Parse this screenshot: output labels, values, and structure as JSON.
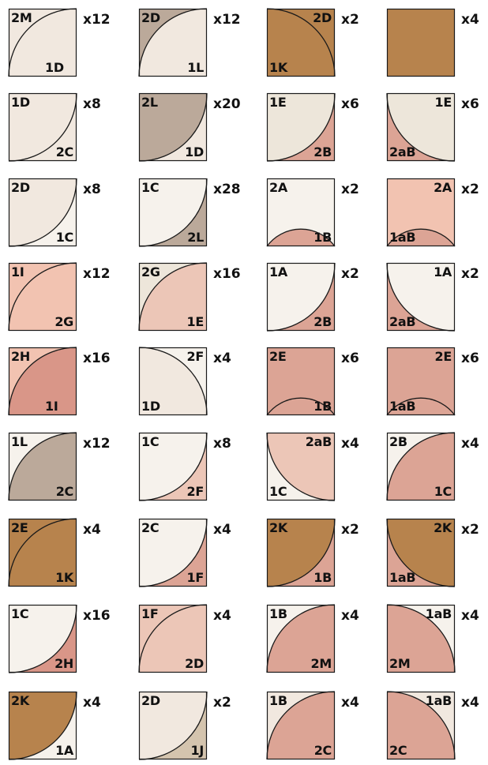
{
  "colors": {
    "kraft": "#b7834d",
    "taupe": "#bba99a",
    "cream": "#f6f2ec",
    "leaf_cream": "#f1e8df",
    "blush": "#ecc6b7",
    "pink": "#dca495",
    "coral": "#f2c3b1",
    "rose": "#d99688",
    "tan_print": "#d4c4ae",
    "sage_cream": "#ede6da"
  },
  "blocks": [
    {
      "row": 0,
      "col": 0,
      "quad": "TL",
      "out": "leaf_cream",
      "in": "leaf_cream",
      "qty": "x12",
      "labels": [
        {
          "t": "2M",
          "p": "tl"
        },
        {
          "t": "1D",
          "p": "bmid"
        }
      ]
    },
    {
      "row": 0,
      "col": 1,
      "quad": "TL",
      "out": "leaf_cream",
      "in": "taupe",
      "qty": "x12",
      "labels": [
        {
          "t": "2D",
          "p": "tl"
        },
        {
          "t": "1L",
          "p": "br"
        }
      ]
    },
    {
      "row": 0,
      "col": 2,
      "quad": "TR",
      "out": "kraft",
      "in": "kraft",
      "qty": "x2",
      "labels": [
        {
          "t": "2D",
          "p": "tr"
        },
        {
          "t": "1K",
          "p": "bl"
        }
      ]
    },
    {
      "row": 0,
      "col": 3,
      "quad": "none",
      "out": "kraft",
      "in": "kraft",
      "qty": "x4",
      "labels": []
    },
    {
      "row": 1,
      "col": 0,
      "quad": "BR",
      "out": "leaf_cream",
      "in": "leaf_cream",
      "qty": "x8",
      "labels": [
        {
          "t": "1D",
          "p": "tl"
        },
        {
          "t": "2C",
          "p": "br"
        }
      ]
    },
    {
      "row": 1,
      "col": 1,
      "quad": "BR",
      "out": "taupe",
      "in": "leaf_cream",
      "qty": "x20",
      "labels": [
        {
          "t": "2L",
          "p": "tl"
        },
        {
          "t": "1D",
          "p": "br"
        }
      ]
    },
    {
      "row": 1,
      "col": 2,
      "quad": "BR",
      "out": "sage_cream",
      "in": "pink",
      "qty": "x6",
      "labels": [
        {
          "t": "1E",
          "p": "tl"
        },
        {
          "t": "2B",
          "p": "br"
        }
      ]
    },
    {
      "row": 1,
      "col": 3,
      "quad": "BL",
      "out": "sage_cream",
      "in": "pink",
      "qty": "x6",
      "labels": [
        {
          "t": "1E",
          "p": "tr"
        },
        {
          "t": "2aB",
          "p": "bl"
        }
      ]
    },
    {
      "row": 2,
      "col": 0,
      "quad": "BR",
      "out": "leaf_cream",
      "in": "cream",
      "qty": "x8",
      "labels": [
        {
          "t": "2D",
          "p": "tl"
        },
        {
          "t": "1C",
          "p": "br"
        }
      ]
    },
    {
      "row": 2,
      "col": 1,
      "quad": "BR",
      "out": "cream",
      "in": "taupe",
      "qty": "x28",
      "labels": [
        {
          "t": "1C",
          "p": "tl"
        },
        {
          "t": "2L",
          "p": "br"
        }
      ]
    },
    {
      "row": 2,
      "col": 2,
      "quad": "BMID",
      "out": "cream",
      "in": "pink",
      "qty": "x2",
      "labels": [
        {
          "t": "2A",
          "p": "tl"
        },
        {
          "t": "1B",
          "p": "br"
        }
      ]
    },
    {
      "row": 2,
      "col": 3,
      "quad": "BMID",
      "out": "coral",
      "in": "pink",
      "qty": "x2",
      "labels": [
        {
          "t": "2A",
          "p": "tr"
        },
        {
          "t": "1aB",
          "p": "bl"
        }
      ]
    },
    {
      "row": 3,
      "col": 0,
      "quad": "TL",
      "out": "coral",
      "in": "coral",
      "qty": "x12",
      "labels": [
        {
          "t": "1I",
          "p": "tl"
        },
        {
          "t": "2G",
          "p": "br"
        }
      ]
    },
    {
      "row": 3,
      "col": 1,
      "quad": "TL",
      "out": "blush",
      "in": "sage_cream",
      "qty": "x16",
      "labels": [
        {
          "t": "2G",
          "p": "tl"
        },
        {
          "t": "1E",
          "p": "br"
        }
      ]
    },
    {
      "row": 3,
      "col": 2,
      "quad": "BR",
      "out": "cream",
      "in": "pink",
      "qty": "x2",
      "labels": [
        {
          "t": "1A",
          "p": "tl"
        },
        {
          "t": "2B",
          "p": "br"
        }
      ]
    },
    {
      "row": 3,
      "col": 3,
      "quad": "BL",
      "out": "cream",
      "in": "pink",
      "qty": "x2",
      "labels": [
        {
          "t": "1A",
          "p": "tr"
        },
        {
          "t": "2aB",
          "p": "bl"
        }
      ]
    },
    {
      "row": 4,
      "col": 0,
      "quad": "TL",
      "out": "rose",
      "in": "coral",
      "qty": "x16",
      "labels": [
        {
          "t": "2H",
          "p": "tl"
        },
        {
          "t": "1I",
          "p": "bmid"
        }
      ]
    },
    {
      "row": 4,
      "col": 1,
      "quad": "TR",
      "out": "leaf_cream",
      "in": "cream",
      "qty": "x4",
      "labels": [
        {
          "t": "2F",
          "p": "tr"
        },
        {
          "t": "1D",
          "p": "bl"
        }
      ]
    },
    {
      "row": 4,
      "col": 2,
      "quad": "TMID",
      "out": "pink",
      "in": "pink",
      "qty": "x6",
      "labels": [
        {
          "t": "2E",
          "p": "tl"
        },
        {
          "t": "1B",
          "p": "br"
        }
      ]
    },
    {
      "row": 4,
      "col": 3,
      "quad": "TMID",
      "out": "pink",
      "in": "pink",
      "qty": "x6",
      "labels": [
        {
          "t": "2E",
          "p": "tr"
        },
        {
          "t": "1aB",
          "p": "bl"
        }
      ]
    },
    {
      "row": 5,
      "col": 0,
      "quad": "TL",
      "out": "taupe",
      "in": "cream",
      "qty": "x12",
      "labels": [
        {
          "t": "1L",
          "p": "tl"
        },
        {
          "t": "2C",
          "p": "br"
        }
      ]
    },
    {
      "row": 5,
      "col": 1,
      "quad": "BR",
      "out": "cream",
      "in": "blush",
      "qty": "x8",
      "labels": [
        {
          "t": "1C",
          "p": "tl"
        },
        {
          "t": "2F",
          "p": "br"
        }
      ]
    },
    {
      "row": 5,
      "col": 2,
      "quad": "BL",
      "out": "blush",
      "in": "cream",
      "qty": "x4",
      "labels": [
        {
          "t": "2aB",
          "p": "tr"
        },
        {
          "t": "1C",
          "p": "bl"
        }
      ]
    },
    {
      "row": 5,
      "col": 3,
      "quad": "TL",
      "out": "pink",
      "in": "cream",
      "qty": "x4",
      "labels": [
        {
          "t": "2B",
          "p": "tl"
        },
        {
          "t": "1C",
          "p": "br"
        }
      ]
    },
    {
      "row": 6,
      "col": 0,
      "quad": "TL",
      "out": "kraft",
      "in": "kraft",
      "qty": "x4",
      "labels": [
        {
          "t": "2E",
          "p": "tl"
        },
        {
          "t": "1K",
          "p": "br"
        }
      ]
    },
    {
      "row": 6,
      "col": 1,
      "quad": "BR",
      "out": "cream",
      "in": "pink",
      "qty": "x4",
      "labels": [
        {
          "t": "2C",
          "p": "tl"
        },
        {
          "t": "1F",
          "p": "br"
        }
      ]
    },
    {
      "row": 6,
      "col": 2,
      "quad": "BR",
      "out": "kraft",
      "in": "pink",
      "qty": "x2",
      "labels": [
        {
          "t": "2K",
          "p": "tl"
        },
        {
          "t": "1B",
          "p": "br"
        }
      ]
    },
    {
      "row": 6,
      "col": 3,
      "quad": "BL",
      "out": "kraft",
      "in": "pink",
      "qty": "x2",
      "labels": [
        {
          "t": "2K",
          "p": "tr"
        },
        {
          "t": "1aB",
          "p": "bl"
        }
      ]
    },
    {
      "row": 7,
      "col": 0,
      "quad": "BR",
      "out": "cream",
      "in": "rose",
      "qty": "x16",
      "labels": [
        {
          "t": "1C",
          "p": "tl"
        },
        {
          "t": "2H",
          "p": "br"
        }
      ]
    },
    {
      "row": 7,
      "col": 1,
      "quad": "TL",
      "out": "blush",
      "in": "blush",
      "qty": "x4",
      "labels": [
        {
          "t": "1F",
          "p": "tl"
        },
        {
          "t": "2D",
          "p": "br"
        }
      ]
    },
    {
      "row": 7,
      "col": 2,
      "quad": "TL",
      "out": "pink",
      "in": "cream",
      "qty": "x4",
      "labels": [
        {
          "t": "1B",
          "p": "tl"
        },
        {
          "t": "2M",
          "p": "br"
        }
      ]
    },
    {
      "row": 7,
      "col": 3,
      "quad": "TR",
      "out": "pink",
      "in": "cream",
      "qty": "x4",
      "labels": [
        {
          "t": "1aB",
          "p": "tr"
        },
        {
          "t": "2M",
          "p": "bl"
        }
      ]
    },
    {
      "row": 8,
      "col": 0,
      "quad": "BR",
      "out": "kraft",
      "in": "cream",
      "qty": "x4",
      "labels": [
        {
          "t": "2K",
          "p": "tl"
        },
        {
          "t": "1A",
          "p": "br"
        }
      ]
    },
    {
      "row": 8,
      "col": 1,
      "quad": "BR",
      "out": "leaf_cream",
      "in": "tan_print",
      "qty": "x2",
      "labels": [
        {
          "t": "2D",
          "p": "tl"
        },
        {
          "t": "1J",
          "p": "br"
        }
      ]
    },
    {
      "row": 8,
      "col": 2,
      "quad": "TL",
      "out": "pink",
      "in": "leaf_cream",
      "qty": "x4",
      "labels": [
        {
          "t": "1B",
          "p": "tl"
        },
        {
          "t": "2C",
          "p": "br"
        }
      ]
    },
    {
      "row": 8,
      "col": 3,
      "quad": "TR",
      "out": "pink",
      "in": "leaf_cream",
      "qty": "x4",
      "labels": [
        {
          "t": "1aB",
          "p": "tr"
        },
        {
          "t": "2C",
          "p": "bl"
        }
      ]
    }
  ]
}
